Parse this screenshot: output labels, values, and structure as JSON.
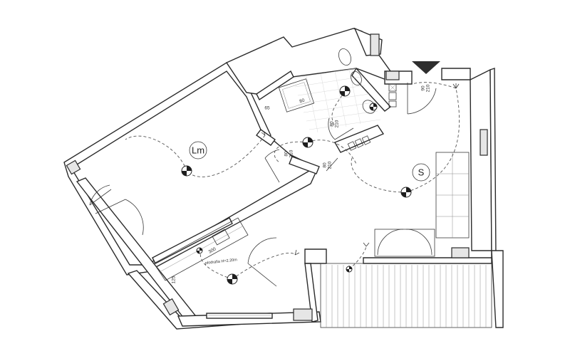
{
  "rooms": {
    "living": {
      "label": "Lm"
    },
    "sleeping": {
      "label": "S"
    }
  },
  "door_dimensions": {
    "bath_door": {
      "width": "80",
      "height": "210"
    },
    "living_door": {
      "width": "80",
      "height": "210"
    },
    "hall_door": {
      "width": "80",
      "height": "210"
    },
    "entrance_door": {
      "width": "90",
      "height": "210"
    },
    "shower": {
      "width": "80"
    }
  },
  "wall_dimensions": {
    "niche": "65",
    "kitchen_depth": "300",
    "wall_segment": "125"
  },
  "kitchen_note": "plodrafia H=2.20m",
  "symbols": {
    "north_arrow": "north-arrow-icon",
    "ceiling_light": "ceiling-light-icon",
    "wall_switch": "wall-switch-icon"
  },
  "colors": {
    "line": "#2b2b2b",
    "wall_fill": "#e6e6e6",
    "background": "#ffffff"
  }
}
